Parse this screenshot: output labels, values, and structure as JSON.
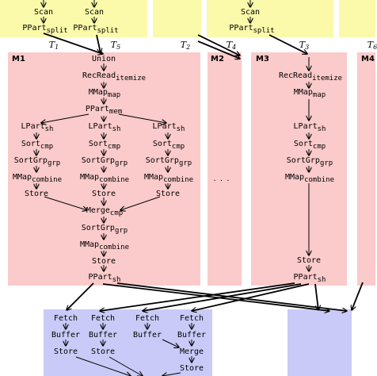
{
  "ops": {
    "scan": "Scan",
    "ppart": "PPart",
    "split": "split",
    "union": "Union",
    "recread": "RecRead",
    "itemize": "itemize",
    "mmap": "MMap",
    "map": "map",
    "mem": "mem",
    "lpart": "LPart",
    "sh": "sh",
    "sort": "Sort",
    "cmp": "cmp",
    "sortgrp": "SortGrp",
    "grp": "grp",
    "combine": "combine",
    "store": "Store",
    "merge": "Merge",
    "fetch": "Fetch",
    "buffer": "Buffer",
    "ellipsis": ". . ."
  },
  "machines": {
    "m1": "M1",
    "m2": "M2",
    "m3": "M3",
    "m4": "M4"
  },
  "threads": {
    "t": "T",
    "t1": "1",
    "t2": "2",
    "t3": "3",
    "t4": "4",
    "t5": "5",
    "t6": "6"
  }
}
